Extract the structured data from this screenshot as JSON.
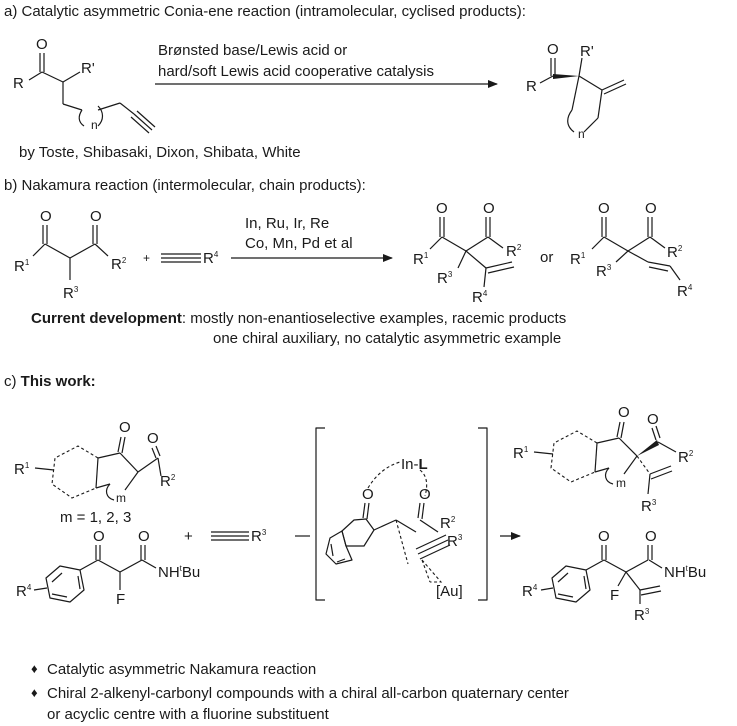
{
  "section_a": {
    "heading": "a) Catalytic asymmetric Conia-ene reaction (intramolecular, cyclised products):",
    "conditions_line1": "Brønsted base/Lewis acid or",
    "conditions_line2": "hard/soft Lewis acid cooperative catalysis",
    "credits": "by Toste, Shibasaki, Dixon, Shibata, White"
  },
  "section_b": {
    "heading": "b) Nakamura reaction (intermolecular, chain products):",
    "conditions_line1": "In, Ru, Ir, Re",
    "conditions_line2": "Co, Mn, Pd et al",
    "or_label": "or",
    "plus_label": "+",
    "current_label": "Current development",
    "current_text1": ": mostly non-enantioselective examples, racemic products",
    "current_text2": "one chiral auxiliary, no catalytic asymmetric example"
  },
  "section_c": {
    "heading_prefix": "c) ",
    "heading_bold": "This work:",
    "m_values": "m = 1, 2, 3",
    "plus_label": "+",
    "au_label": "[Au]",
    "bullet_symbol": "♦",
    "bullet1": "Catalytic asymmetric Nakamura reaction",
    "bullet2_line1": "Chiral 2-alkenyl-carbonyl compounds with a chiral all-carbon quaternary center",
    "bullet2_line2": "or acyclic centre with a fluorine substituent"
  },
  "atoms": {
    "O": "O",
    "R": "R",
    "R_prime": "R'",
    "R1": "R",
    "R2": "R",
    "R3": "R",
    "R4": "R",
    "n": "n",
    "m": "m",
    "F": "F",
    "NH": "NH",
    "tBu": "Bu",
    "t": "t",
    "In": "In-",
    "L": "L",
    "sup1": "1",
    "sup2": "2",
    "sup3": "3",
    "sup4": "4"
  },
  "colors": {
    "ink": "#1a1a1a",
    "background": "#ffffff"
  }
}
